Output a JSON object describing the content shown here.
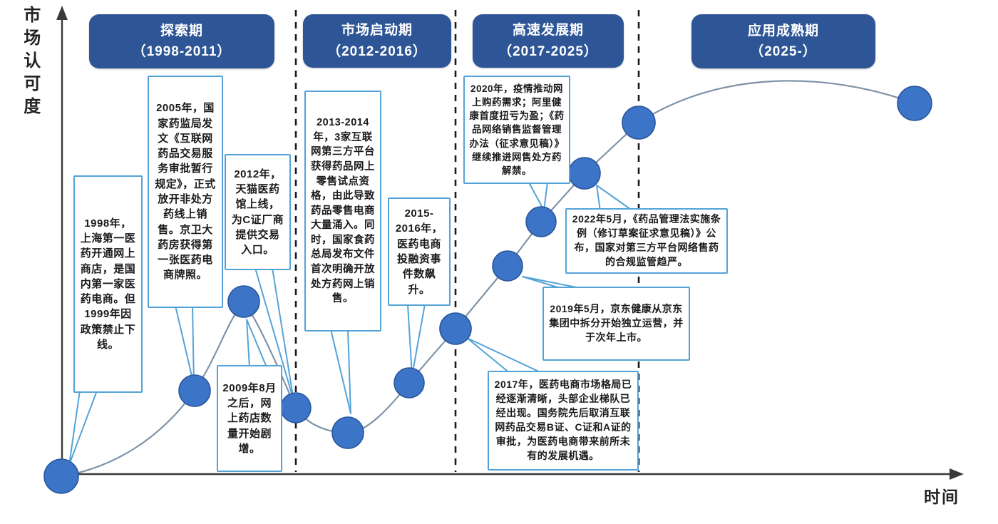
{
  "axes": {
    "y_label": "市场认可度",
    "x_label": "时间"
  },
  "phases": [
    {
      "name": "探索期",
      "range": "（1998-2011）"
    },
    {
      "name": "市场启动期",
      "range": "（2012-2016）"
    },
    {
      "name": "高速发展期",
      "range": "（2017-2025）"
    },
    {
      "name": "应用成熟期",
      "range": "（2025-）"
    }
  ],
  "events": [
    {
      "year": "1998",
      "text": "1998年，上海第一医药开通网上商店，是国内第一家医药电商。但1999年因政策禁止下线。"
    },
    {
      "year": "2005",
      "text": "2005年，国家药监局发文《互联网药品交易服务审批暂行规定》，正式放开非处方药线上销售。京卫大药房获得第一张医药电商牌照。"
    },
    {
      "year": "2009",
      "text": "2009年8月之后，网上药店数量开始剧增。"
    },
    {
      "year": "2012",
      "text": "2012年，天猫医药馆上线，为C证厂商提供交易入口。"
    },
    {
      "year": "2013-2014",
      "text": "2013-2014年，3家互联网第三方平台获得药品网上零售试点资格，由此导致药品零售电商大量涌入。同时，国家食药总局发布文件首次明确开放处方药网上销售。"
    },
    {
      "year": "2015-2016",
      "text": "2015-2016年，医药电商投融资事件数飙升。"
    },
    {
      "year": "2017",
      "text": "2017年，医药电商市场格局已经逐渐清晰，头部企业梯队已经出现。国务院先后取消互联网药品交易B证、C证和A证的审批，为医药电商带来前所未有的发展机遇。"
    },
    {
      "year": "2019",
      "text": "2019年5月，京东健康从京东集团中拆分开始独立运营，并于次年上市。"
    },
    {
      "year": "2020",
      "text": "2020年，疫情推动网上购药需求；阿里健康首度扭亏为盈；《药品网络销售监督管理办法（征求意见稿）》继续推进网售处方药解禁。"
    },
    {
      "year": "2022",
      "text": "2022年5月，《药品管理法实施条例（修订草案征求意见稿）》公布，国家对第三方平台网络售药的合规监管趋严。"
    }
  ],
  "colors": {
    "phase_header_bg": "#2e5696",
    "dot_fill": "#3c74c8",
    "dot_stroke": "#2b569b",
    "callout_border": "#54a3d8",
    "curve": "#7f93a8",
    "axis": "#3a3a3a",
    "separator": "#1a1a1a"
  }
}
